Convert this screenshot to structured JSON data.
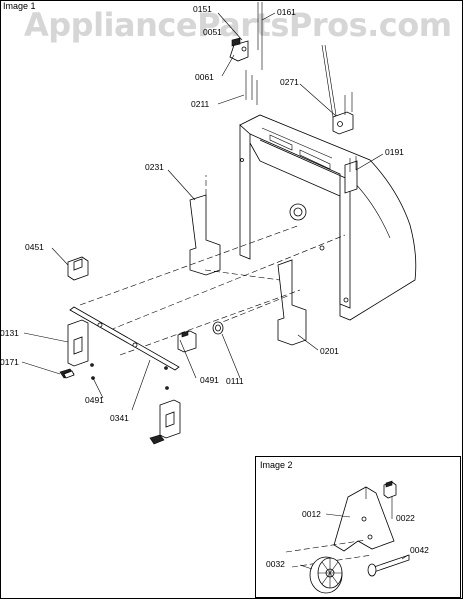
{
  "watermark": "AppliancePartsPros.com",
  "image1_label": "Image 1",
  "image2_label": "Image 2",
  "parts": {
    "p0151": "0151",
    "p0161": "0161",
    "p0051": "0051",
    "p0061": "0061",
    "p0211": "0211",
    "p0271": "0271",
    "p0191": "0191",
    "p0231": "0231",
    "p0451": "0451",
    "p0131": "0131",
    "p0171": "0171",
    "p0491a": "0491",
    "p0491b": "0491",
    "p0341": "0341",
    "p0111": "0111",
    "p0201": "0201",
    "p0012": "0012",
    "p0022": "0022",
    "p0032": "0032",
    "p0042": "0042"
  }
}
